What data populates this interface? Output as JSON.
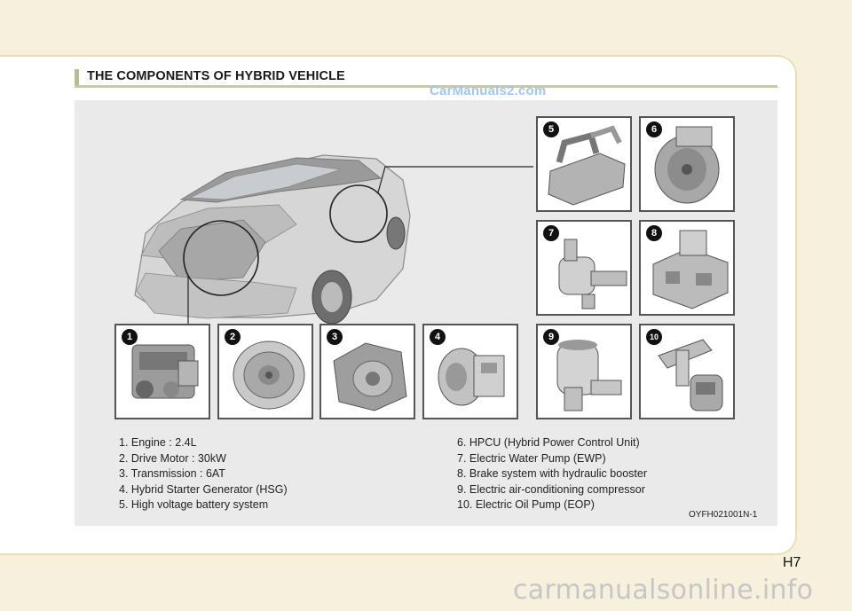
{
  "header": {
    "title": "THE COMPONENTS OF HYBRID VEHICLE",
    "watermark": "CarManuals2.com"
  },
  "figure": {
    "components": [
      {
        "number": "1",
        "icon": "engine-photo"
      },
      {
        "number": "2",
        "icon": "drive-motor-photo"
      },
      {
        "number": "3",
        "icon": "transmission-photo"
      },
      {
        "number": "4",
        "icon": "hsg-photo"
      },
      {
        "number": "5",
        "icon": "battery-system-photo"
      },
      {
        "number": "6",
        "icon": "hpcu-photo"
      },
      {
        "number": "7",
        "icon": "water-pump-photo"
      },
      {
        "number": "8",
        "icon": "brake-system-photo"
      },
      {
        "number": "9",
        "icon": "ac-compressor-photo"
      },
      {
        "number": "10",
        "icon": "oil-pump-photo"
      }
    ],
    "legend_left": [
      "1. Engine : 2.4L",
      "2. Drive Motor : 30kW",
      "3. Transmission : 6AT",
      "4. Hybrid Starter Generator (HSG)",
      "5. High voltage battery system"
    ],
    "legend_right": [
      "6. HPCU (Hybrid Power Control Unit)",
      "7. Electric Water Pump (EWP)",
      "8. Brake system with hydraulic booster",
      "9. Electric air-conditioning compressor",
      "10. Electric Oil Pump (EOP)"
    ],
    "code": "OYFH021001N-1"
  },
  "footer": {
    "page_number": "H7",
    "watermark": "carmanualsonline.info"
  }
}
